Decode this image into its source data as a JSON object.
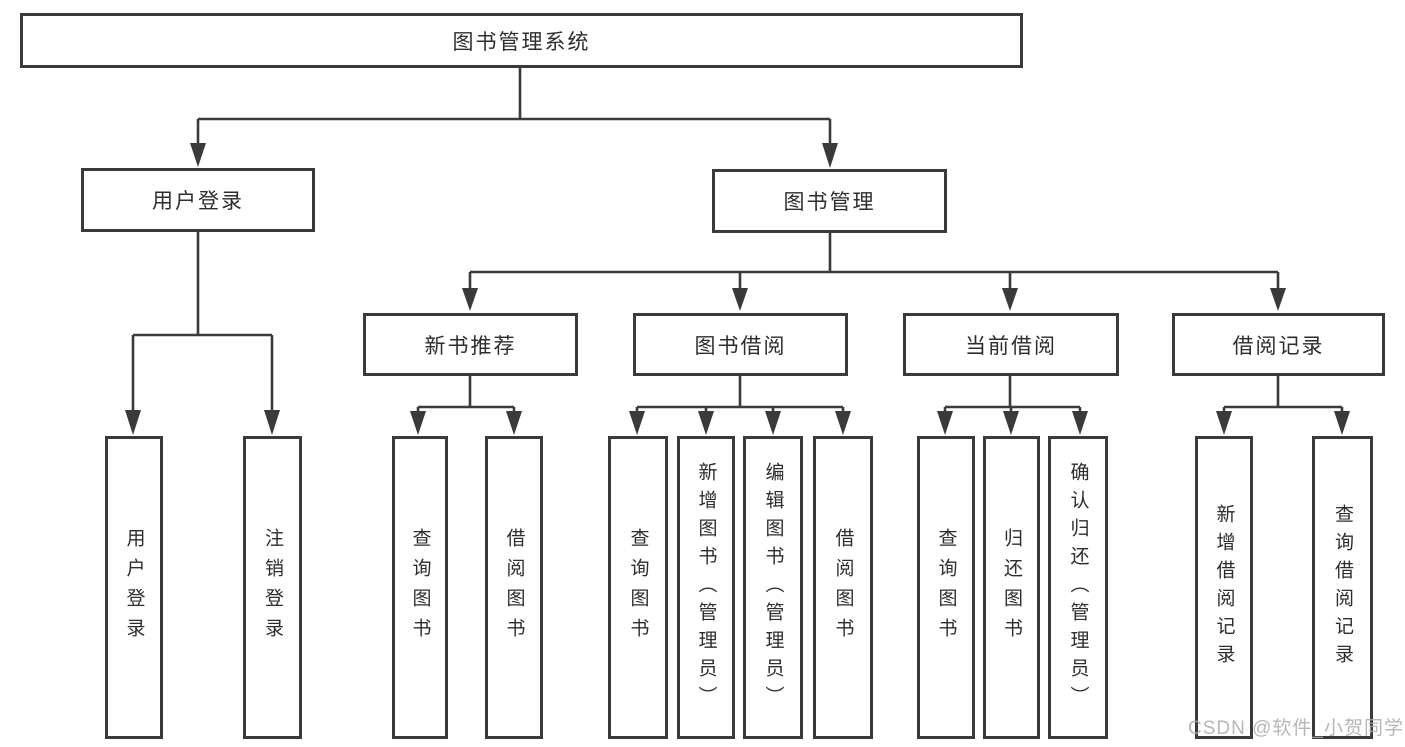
{
  "diagram": {
    "tree": {
      "label": "图书管理系统",
      "children": [
        {
          "label": "用户登录",
          "children": [
            {
              "label": "用户登录"
            },
            {
              "label": "注销登录"
            }
          ]
        },
        {
          "label": "图书管理",
          "children": [
            {
              "label": "新书推荐",
              "children": [
                {
                  "label": "查询图书"
                },
                {
                  "label": "借阅图书"
                }
              ]
            },
            {
              "label": "图书借阅",
              "children": [
                {
                  "label": "查询图书"
                },
                {
                  "label": "新增图书（管理员）"
                },
                {
                  "label": "编辑图书（管理员）"
                },
                {
                  "label": "借阅图书"
                }
              ]
            },
            {
              "label": "当前借阅",
              "children": [
                {
                  "label": "查询图书"
                },
                {
                  "label": "归还图书"
                },
                {
                  "label": "确认归还（管理员）"
                }
              ]
            },
            {
              "label": "借阅记录",
              "children": [
                {
                  "label": "新增借阅记录"
                },
                {
                  "label": "查询借阅记录"
                }
              ]
            }
          ]
        }
      ]
    },
    "colors": {
      "line": "#3a3a3a",
      "text": "#2d2d2d",
      "background": "#ffffff",
      "watermark": "#aaaaaa"
    }
  },
  "watermark": {
    "text": "CSDN @软件_小贺同学"
  }
}
